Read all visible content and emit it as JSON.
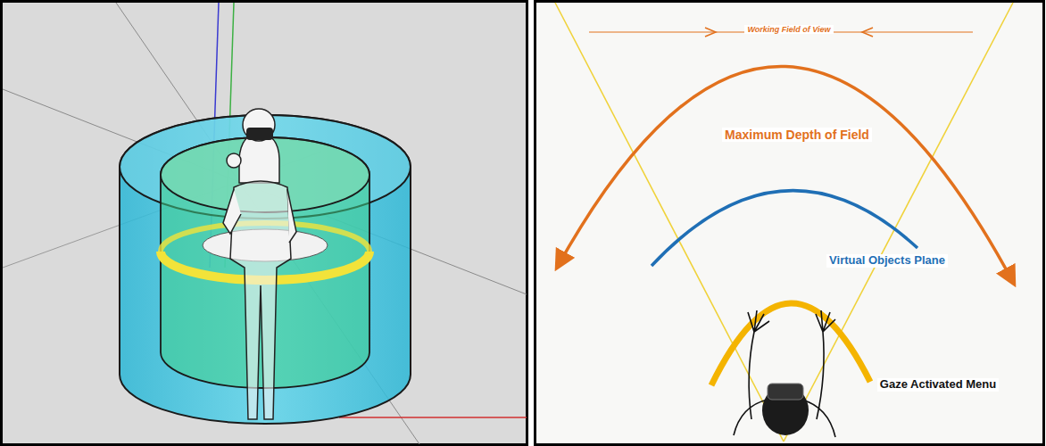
{
  "diagram": {
    "labels": [
      "Working Field of View",
      "Maximum Depth of Field",
      "Virtual Objects Plane",
      "Gaze Activated Menu"
    ]
  }
}
